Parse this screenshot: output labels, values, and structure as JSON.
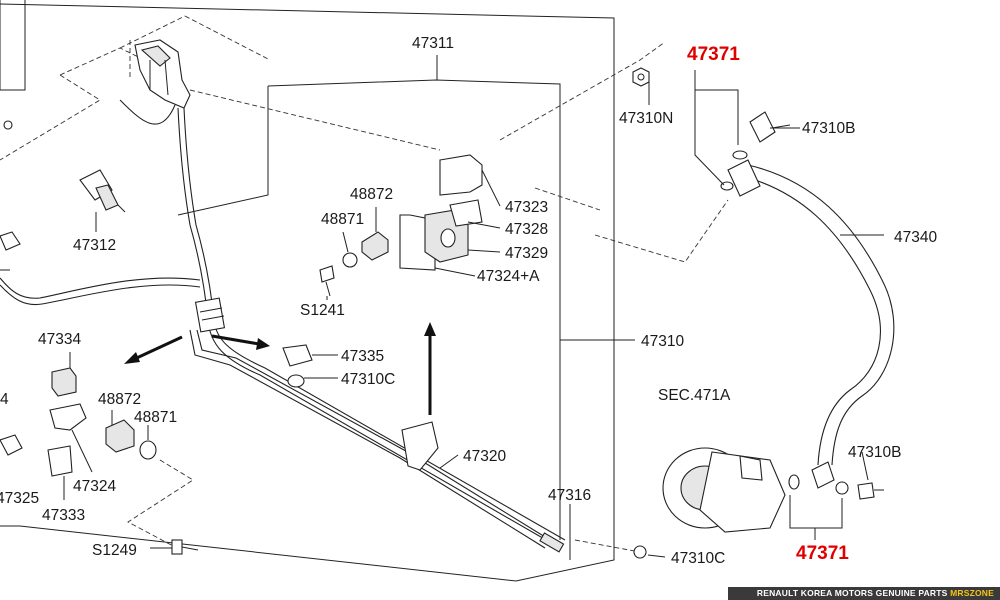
{
  "diagram": {
    "colors": {
      "line": "#222222",
      "highlight": "#e00000",
      "footer_bg": "#3a3a3a",
      "footer_accent": "#f5c518"
    },
    "labels": {
      "p47311": "47311",
      "p47371_top": "47371",
      "p47310n": "47310N",
      "p47310b_top": "47310B",
      "p48872_a": "48872",
      "p47323": "47323",
      "p48871_a": "48871",
      "p47328": "47328",
      "p47329": "47329",
      "p47324a": "47324+A",
      "p47312": "47312",
      "p47340": "47340",
      "s1241": "S1241",
      "p47334": "47334",
      "p47335": "47335",
      "p47310": "47310",
      "p47310c_mid": "47310C",
      "sec471a": "SEC.471A",
      "p48872_b": "48872",
      "p48871_b": "48871",
      "p47310b_bot": "47310B",
      "p4_partial": "4",
      "p47320": "47320",
      "p47324": "47324",
      "p47316": "47316",
      "p47325_partial": "47325",
      "p47333": "47333",
      "s1249": "S1249",
      "p47310c_bot": "47310C",
      "p47371_bot": "47371"
    },
    "footer": {
      "text_main": "RENAULT KOREA MOTORS GENUINE PARTS ",
      "text_accent": "MRSZONE"
    }
  }
}
